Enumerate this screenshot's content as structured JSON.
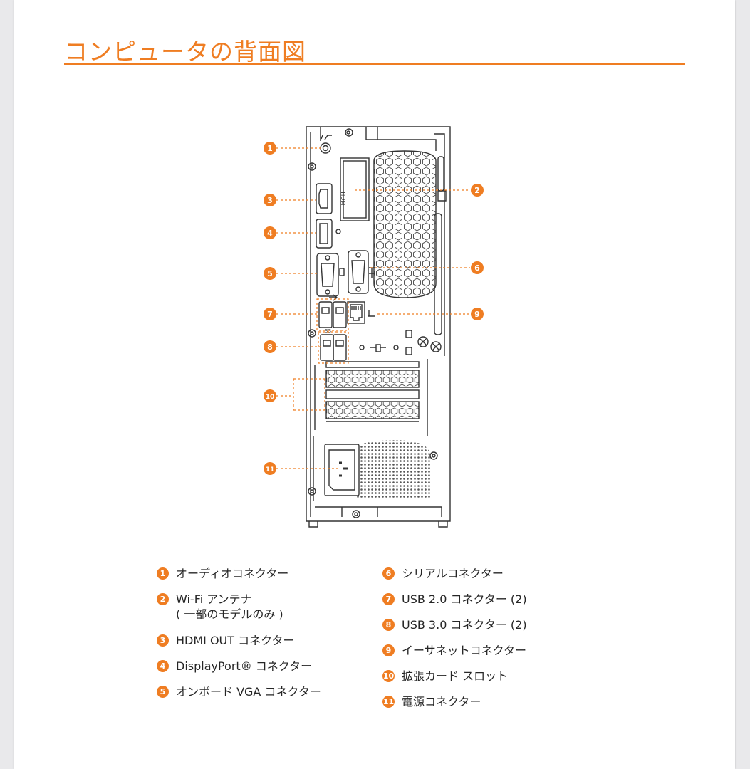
{
  "page": {
    "title": "コンピュータの背面図"
  },
  "colors": {
    "accent": "#ef7d22",
    "line": "#333333",
    "text": "#262626"
  },
  "callouts": [
    "1",
    "2",
    "3",
    "4",
    "5",
    "6",
    "7",
    "8",
    "9",
    "10",
    "11"
  ],
  "port_markings": {
    "hdmi": "HDMI",
    "usb3": "SS"
  },
  "legend": {
    "left": [
      {
        "num": "1",
        "label": "オーディオコネクター"
      },
      {
        "num": "2",
        "label": "Wi-Fi アンテナ",
        "sub": "( 一部のモデルのみ )"
      },
      {
        "num": "3",
        "label": "HDMI OUT コネクター"
      },
      {
        "num": "4",
        "label": "DisplayPort® コネクター"
      },
      {
        "num": "5",
        "label": "オンボード VGA コネクター"
      }
    ],
    "right": [
      {
        "num": "6",
        "label": "シリアルコネクター"
      },
      {
        "num": "7",
        "label": "USB 2.0 コネクター (2)"
      },
      {
        "num": "8",
        "label": "USB 3.0 コネクター (2)"
      },
      {
        "num": "9",
        "label": "イーサネットコネクター"
      },
      {
        "num": "10",
        "label": "拡張カード スロット"
      },
      {
        "num": "11",
        "label": "電源コネクター"
      }
    ]
  }
}
